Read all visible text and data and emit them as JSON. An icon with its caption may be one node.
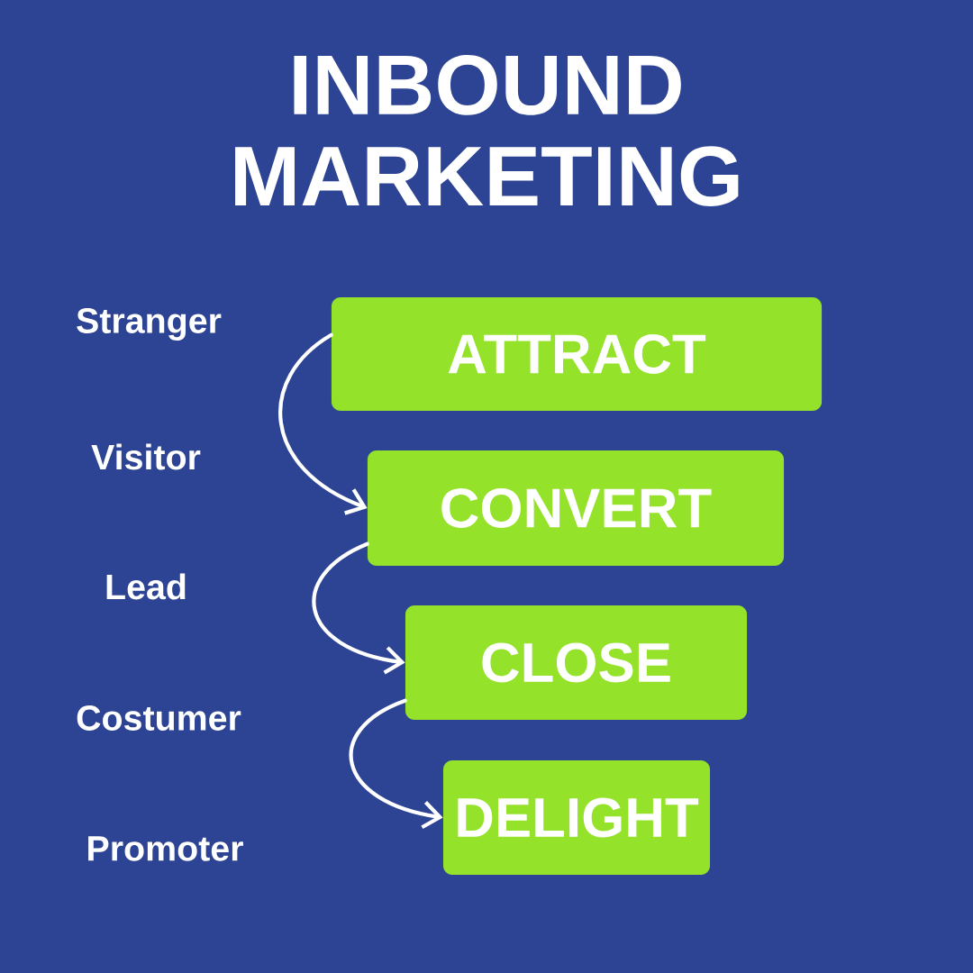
{
  "diagram": {
    "title": "INBOUND MARKETING",
    "nodes": [
      {
        "text": [
          "ATTRACT"
        ]
      },
      {
        "text": [
          "CONVERT"
        ]
      },
      {
        "text": [
          "CLOSE"
        ]
      },
      {
        "text": [
          "DELIGHT"
        ]
      }
    ],
    "edges": [
      {
        "from": 0,
        "to": 1,
        "arrow": "to"
      },
      {
        "from": 1,
        "to": 2,
        "arrow": "to"
      },
      {
        "from": 2,
        "to": 3,
        "arrow": "to"
      }
    ],
    "labels": [
      "Stranger",
      "Visitor",
      "Lead",
      "Costumer",
      "Promoter"
    ]
  }
}
